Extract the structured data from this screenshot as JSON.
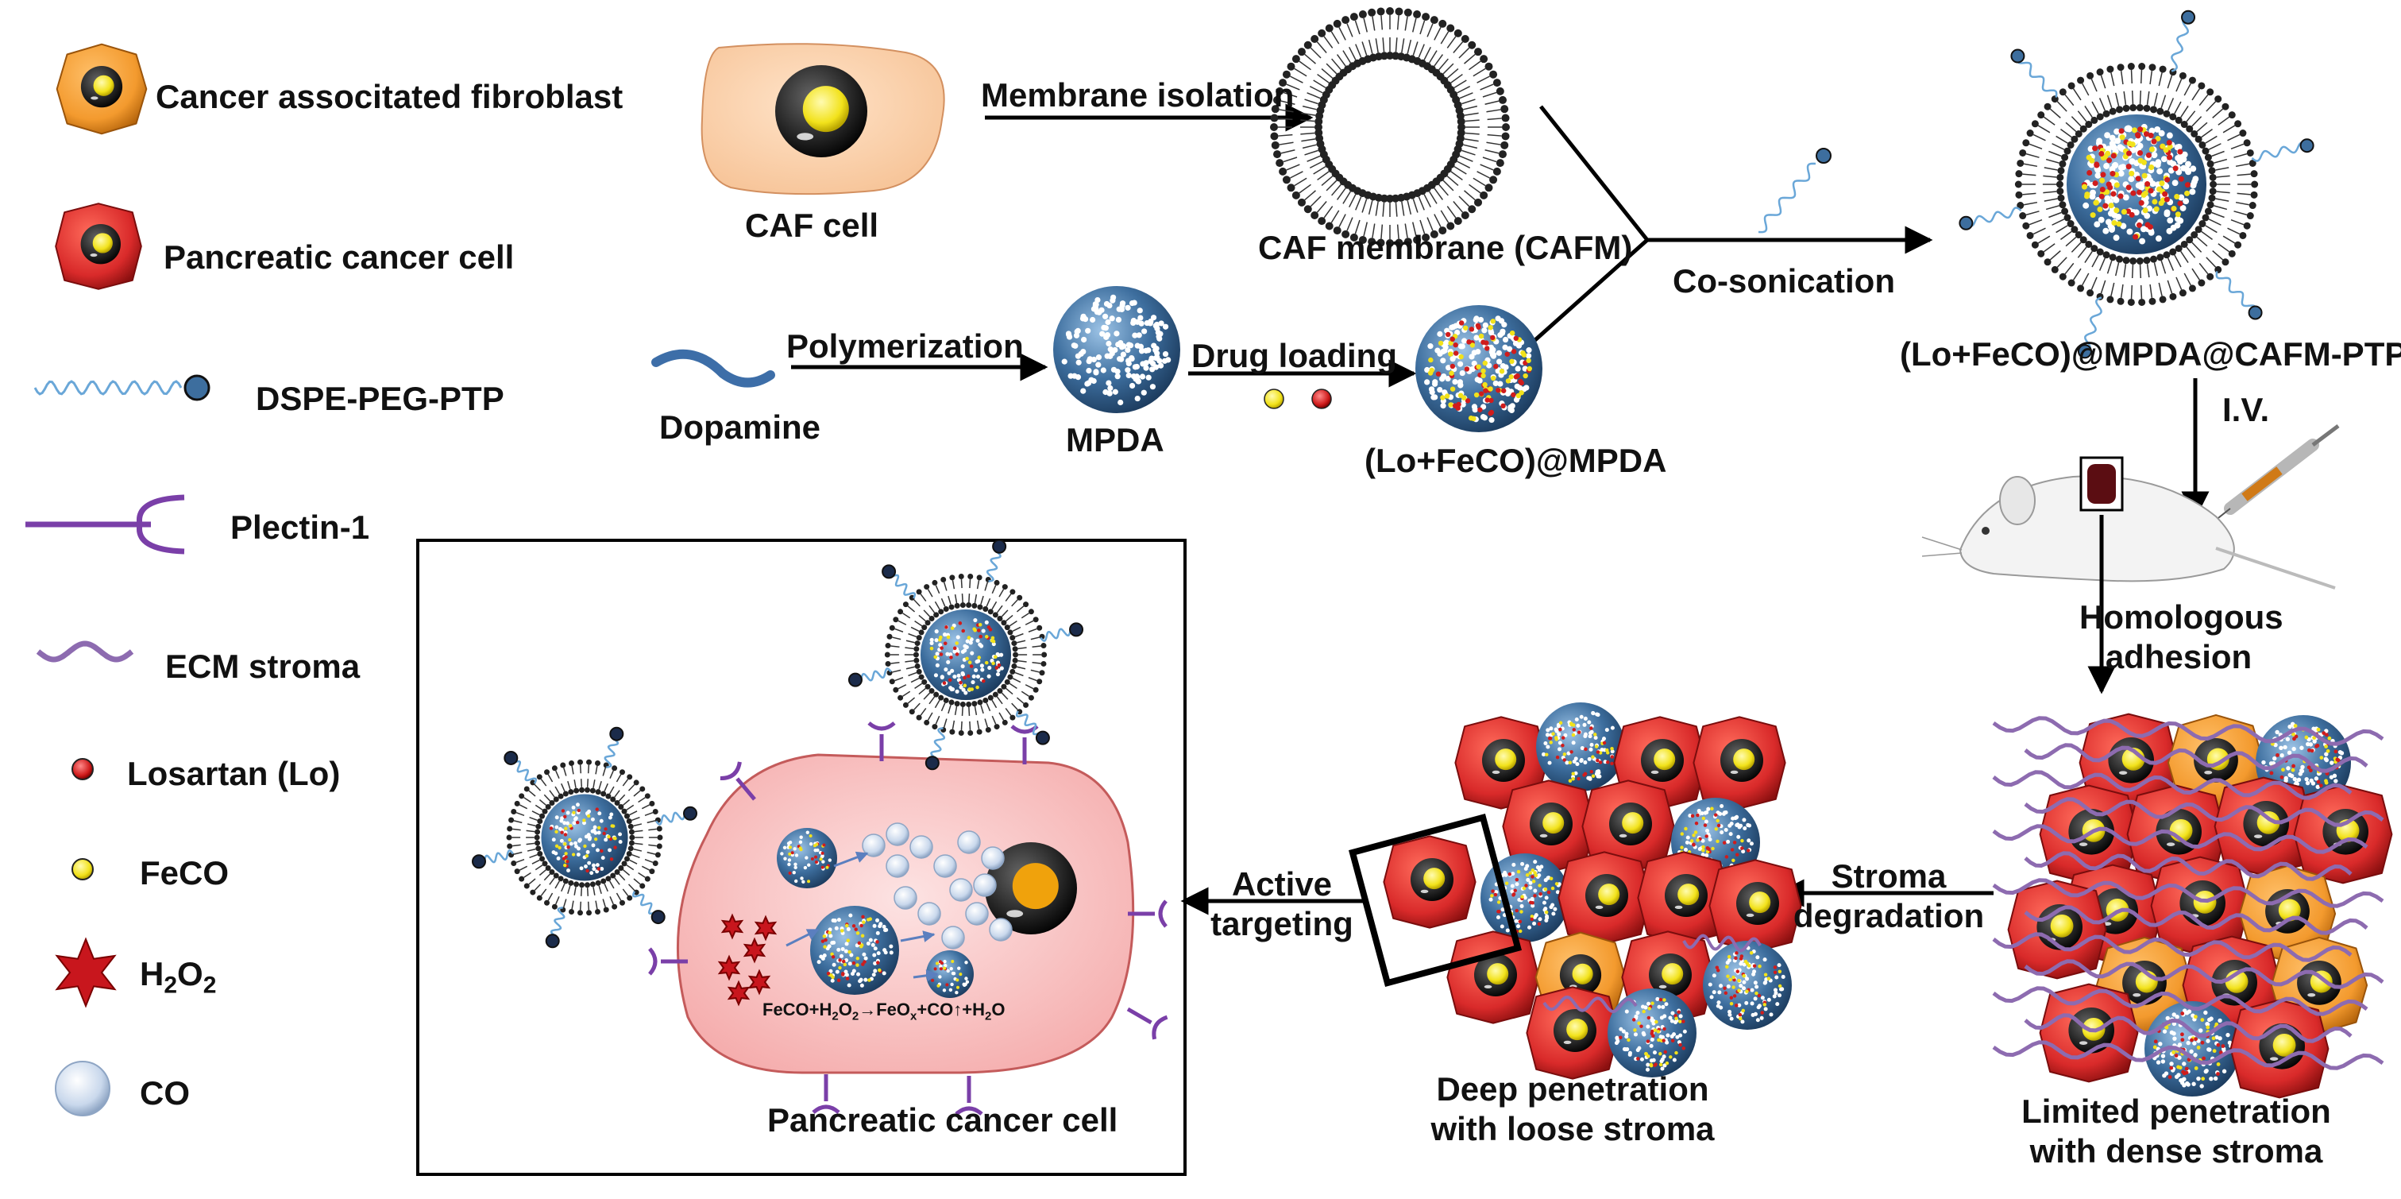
{
  "legend": {
    "caf": "Cancer associtated fibroblast",
    "pancreatic": "Pancreatic cancer cell",
    "dspe": "DSPE-PEG-PTP",
    "plectin": "Plectin-1",
    "ecm": "ECM stroma",
    "losartan": "Losartan (Lo)",
    "feco": "FeCO",
    "h2o2": "H",
    "co": "CO"
  },
  "labels": {
    "caf_cell": "CAF cell",
    "membrane_isolation": "Membrane isolation",
    "caf_membrane": "CAF membrane (CAFM)",
    "co_sonication": "Co-sonication",
    "final_np": "(Lo+FeCO)@MPDA@CAFM-PTP",
    "dopamine": "Dopamine",
    "polymerization": "Polymerization",
    "mpda": "MPDA",
    "drug_loading": "Drug loading",
    "loaded_mpda": "(Lo+FeCO)@MPDA",
    "iv": "I.V.",
    "homologous_1": "Homologous",
    "homologous_2": "adhesion",
    "stroma_deg_1": "Stroma",
    "stroma_deg_2": "degradation",
    "active_1": "Active",
    "active_2": "targeting",
    "deep_1": "Deep penetration",
    "deep_2": "with loose stroma",
    "limited_1": "Limited penetration",
    "limited_2": "with dense stroma",
    "pancreatic_cell": "Pancreatic cancer cell",
    "reaction_a": "FeCO+H",
    "reaction_b": "O",
    "reaction_c": "→FeO",
    "reaction_d": "+CO↑+H",
    "reaction_e": "O"
  },
  "colors": {
    "caf_orange": "#f39a2e",
    "cancer_red": "#d92a2a",
    "mpda_blue": "#3d6e9e",
    "peg_blue": "#6aa7d8",
    "plectin_purple": "#7a3fa8",
    "ecm_purple": "#8d6bb0",
    "losartan_red": "#d01c1c",
    "feco_yellow": "#f2e21b"
  }
}
